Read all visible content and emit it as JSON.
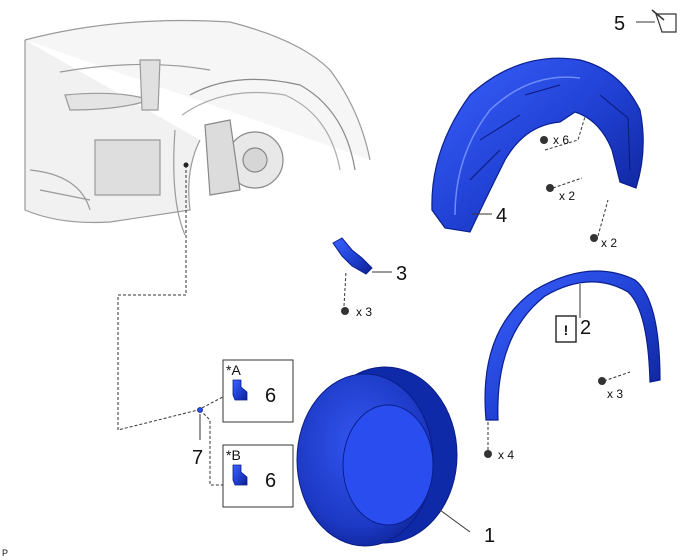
{
  "parts": [
    {
      "id": "1",
      "label": "1"
    },
    {
      "id": "2",
      "label": "2"
    },
    {
      "id": "3",
      "label": "3"
    },
    {
      "id": "4",
      "label": "4"
    },
    {
      "id": "5",
      "label": "5"
    },
    {
      "id": "6a",
      "label": "6"
    },
    {
      "id": "6b",
      "label": "6"
    },
    {
      "id": "7",
      "label": "7"
    }
  ],
  "quantities": {
    "q_part4_upper": "x 6",
    "q_part4_mid": "x 2",
    "q_part4_low": "x 2",
    "q_part3": "x 3",
    "q_part2_right": "x 3",
    "q_part2_bottom": "x 4"
  },
  "callouts": {
    "variant_a": "*A",
    "variant_b": "*B",
    "notice": "!"
  },
  "page_code": "P",
  "colors": {
    "part_blue": "#1f3fd1",
    "part_dark": "#0b1f8f",
    "line": "#333333"
  },
  "icons": {
    "grease_icon": "grease-applicator-icon",
    "notice_icon": "exclamation-box-icon"
  }
}
